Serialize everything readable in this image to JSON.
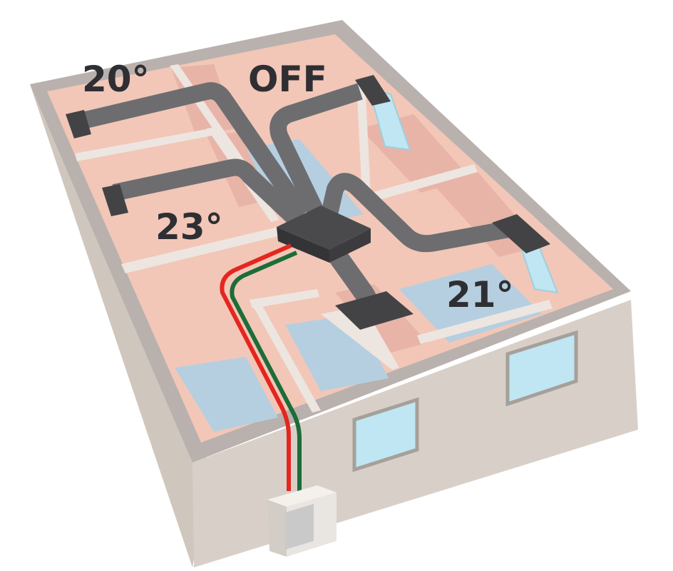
{
  "zones": [
    {
      "id": "top-left",
      "label": "20°"
    },
    {
      "id": "top-middle",
      "label": "OFF"
    },
    {
      "id": "middle-left",
      "label": "23°"
    },
    {
      "id": "right",
      "label": "21°"
    }
  ],
  "colors": {
    "background": "#ffffff",
    "wall_top": "#b9b1ad",
    "wall_side": "#d8d0c8",
    "room_warm": "#f2c7b8",
    "room_warm_dark": "#e8b4a8",
    "room_cool": "#b5cfe0",
    "partition": "#ede5e0",
    "duct": "#6d6d70",
    "duct_dark": "#434346",
    "window": "#bfe6f2",
    "pipe_red": "#e4261f",
    "pipe_green": "#1c6d38",
    "outdoor_unit": "#e9e6e1"
  }
}
